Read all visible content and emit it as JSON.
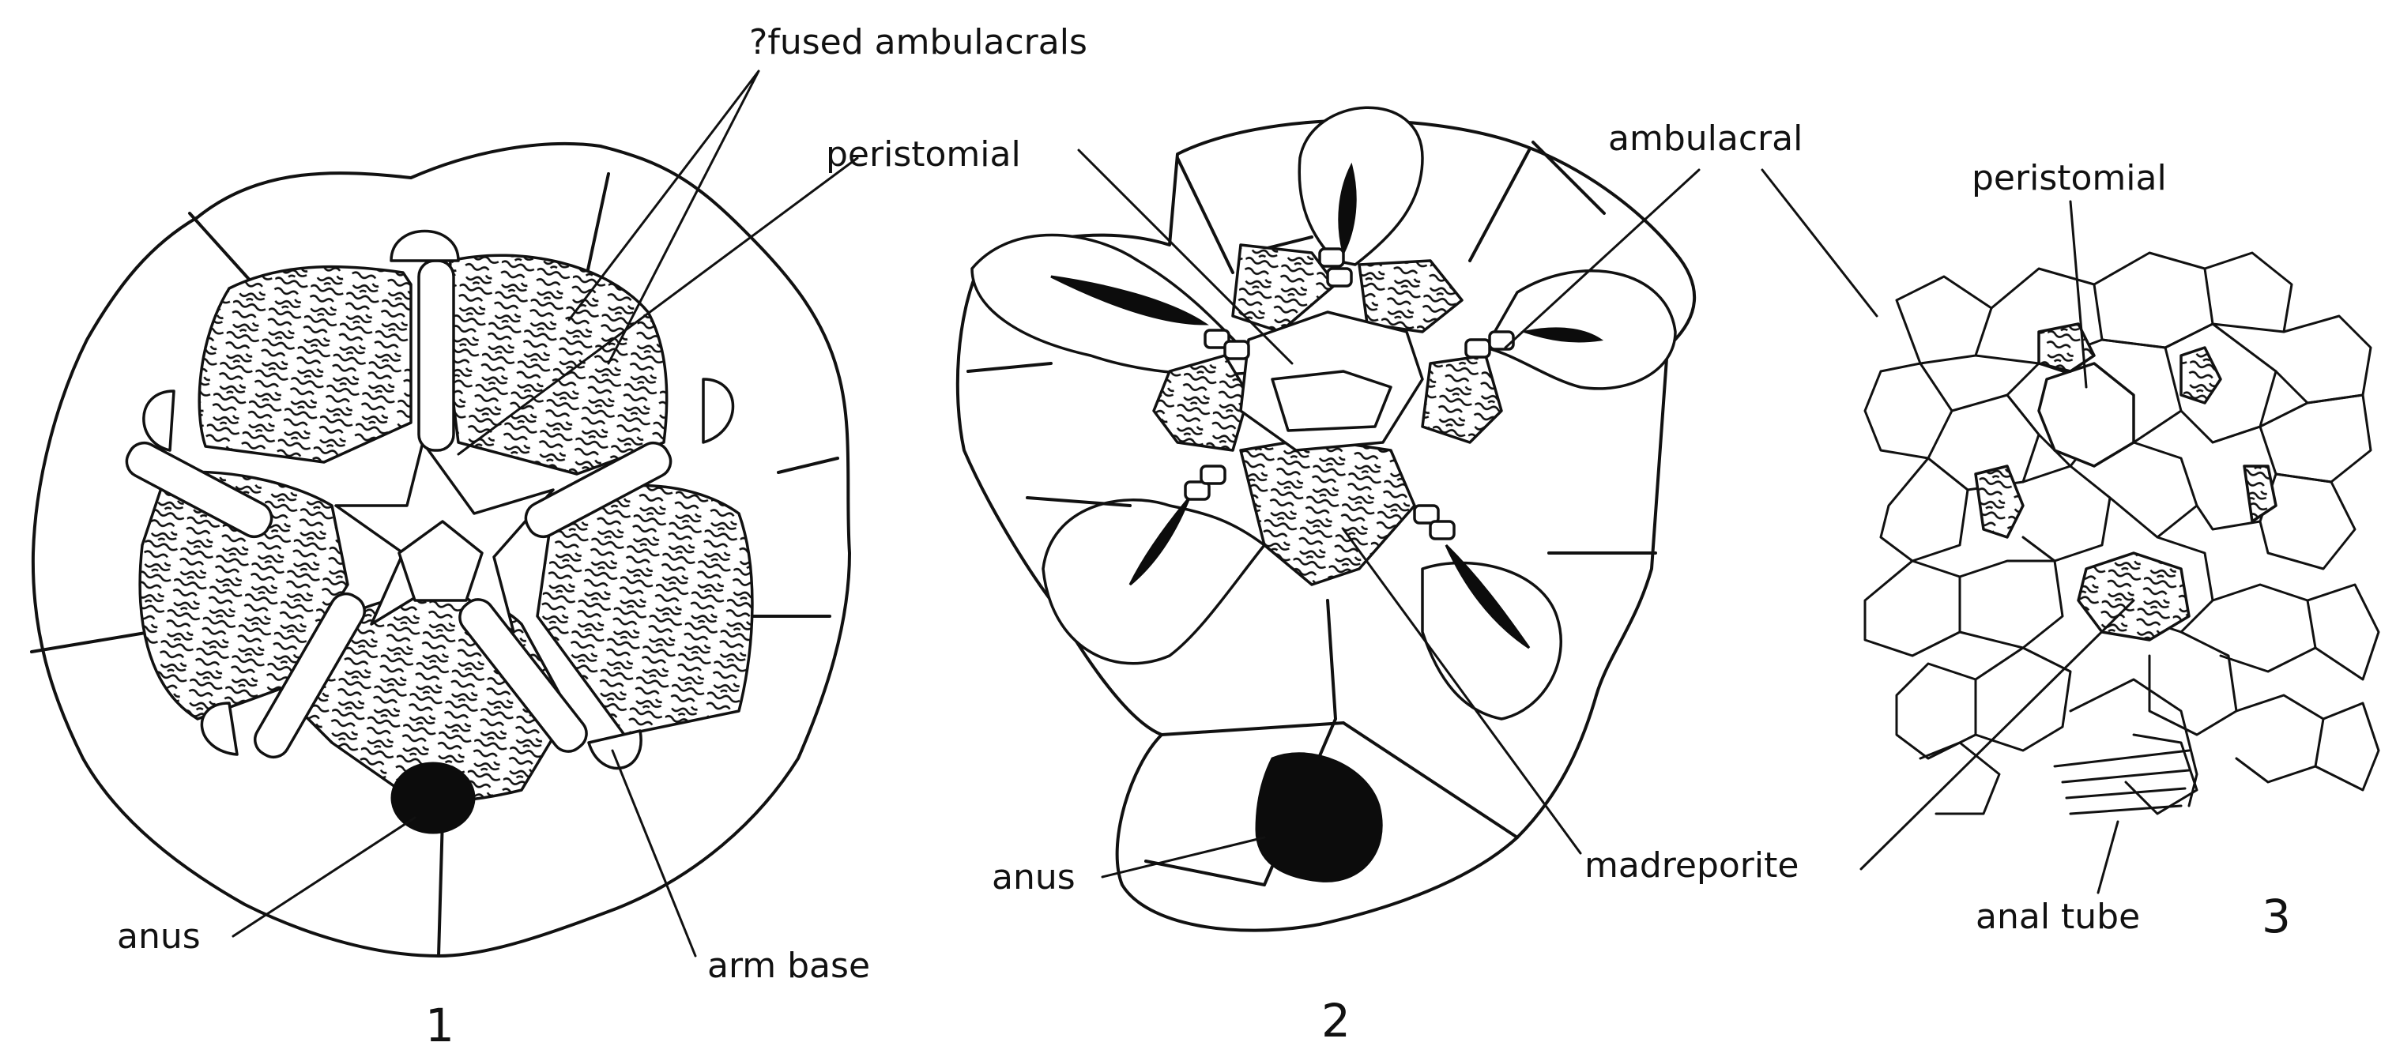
{
  "figure": {
    "panels": [
      {
        "number": "1",
        "labels": {
          "fused_ambulacrals": "?fused ambulacrals",
          "peristomial": "peristomial",
          "anus": "anus",
          "arm_base": "arm base"
        }
      },
      {
        "number": "2",
        "labels": {
          "ambulacral": "ambulacral",
          "anus": "anus",
          "madreporite": "madreporite"
        }
      },
      {
        "number": "3",
        "labels": {
          "peristomial": "peristomial",
          "anal_tube": "anal tube"
        }
      }
    ]
  }
}
